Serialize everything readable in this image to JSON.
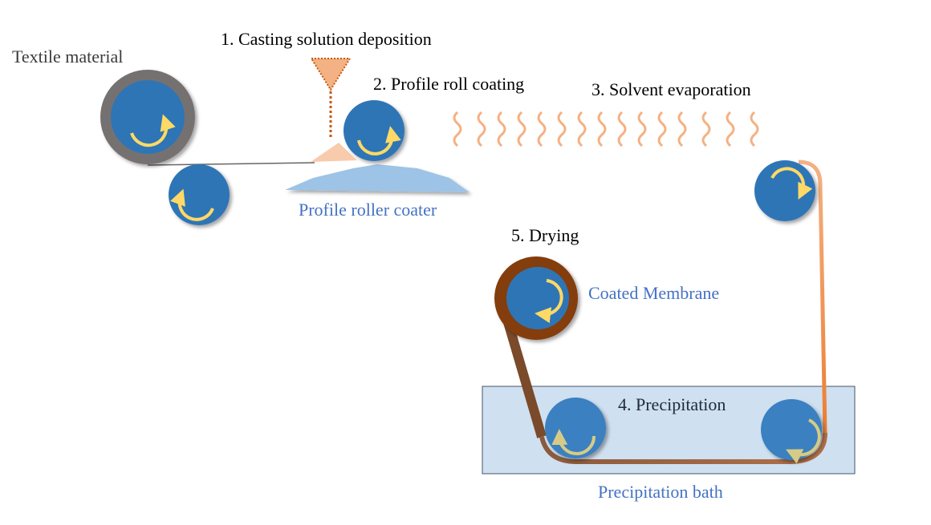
{
  "labels": {
    "textile_material": "Textile material",
    "step1": "1. Casting solution deposition",
    "step2": "2. Profile roll coating",
    "step3": "3. Solvent evaporation",
    "step4": "4. Precipitation",
    "step5": "5. Drying",
    "profile_roller_coater": "Profile roller coater",
    "coated_membrane": "Coated Membrane",
    "precipitation_bath": "Precipitation bath"
  },
  "colors": {
    "roller": "#2E75B6",
    "textile_roll": "#767171",
    "coated_roll": "#843C0C",
    "casting_solution": "#F4B183",
    "coater": "#9DC3E6",
    "bath": "#CFE0F1",
    "arrow": "#FFD966"
  },
  "icons": [
    "roller",
    "rotation-arrow",
    "vapor-wave",
    "dispenser-funnel"
  ]
}
